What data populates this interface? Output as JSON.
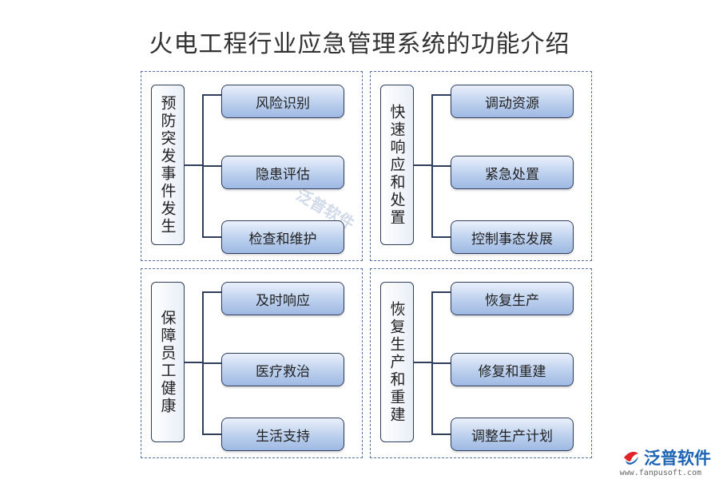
{
  "title": "火电工程行业应急管理系统的功能介绍",
  "sections": [
    {
      "label": "预防突发事件发生",
      "items": [
        "风险识别",
        "隐患评估",
        "检查和维护"
      ]
    },
    {
      "label": "快速响应和处置",
      "items": [
        "调动资源",
        "紧急处置",
        "控制事态发展"
      ]
    },
    {
      "label": "保障员工健康",
      "items": [
        "及时响应",
        "医疗救治",
        "生活支持"
      ]
    },
    {
      "label": "恢复生产和重建",
      "items": [
        "恢复生产",
        "修复和重建",
        "调整生产计划"
      ]
    }
  ],
  "watermark": {
    "text": "泛普软件"
  },
  "brand": {
    "name": "泛普软件",
    "url": "www.fanpusoft.com",
    "color": "#1e64b4"
  }
}
